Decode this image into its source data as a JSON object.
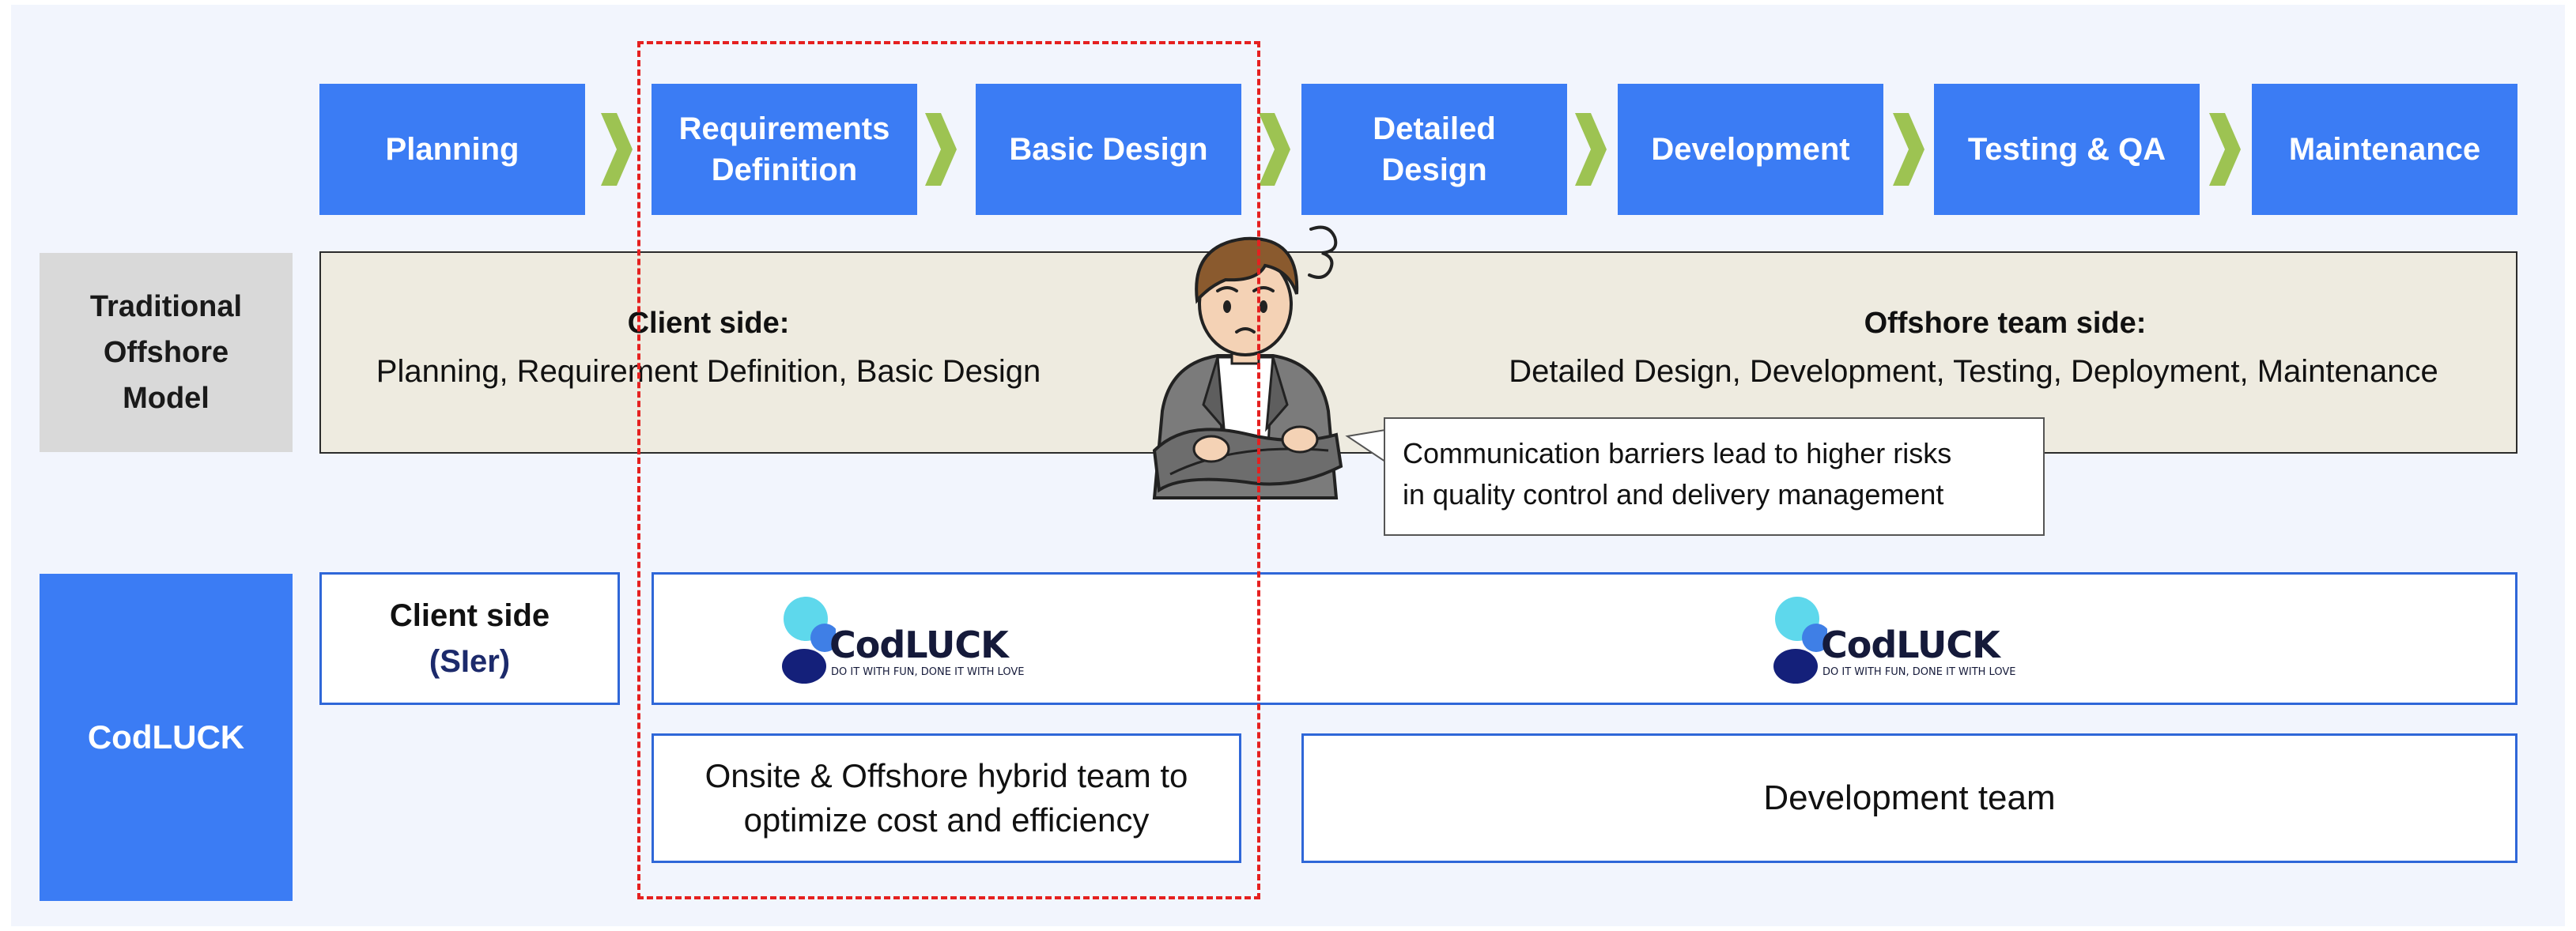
{
  "phases": [
    "Planning",
    "Requirements\nDefinition",
    "Basic Design",
    "Detailed\nDesign",
    "Development",
    "Testing & QA",
    "Maintenance"
  ],
  "traditional": {
    "label": "Traditional\nOffshore\nModel",
    "client_heading": "Client side:",
    "client_text": "Planning, Requirement Definition, Basic Design",
    "offshore_heading": "Offshore team side:",
    "offshore_text": "Detailed Design, Development, Testing, Deployment, Maintenance",
    "callout": "Communication barriers lead to higher risks\nin quality control and delivery management"
  },
  "codluck": {
    "label": "CodLUCK",
    "client_label": "Client side",
    "client_sub": "(SIer)",
    "logo_word": "CodLUCK",
    "logo_tagline": "DO IT WITH FUN, DONE IT WITH LOVE",
    "hybrid_text": "Onsite & Offshore hybrid team to\noptimize cost and efficiency",
    "dev_text": "Development team"
  },
  "colors": {
    "phase_blue": "#3b7cf4",
    "chevron_green": "#9dc352",
    "band_beige": "#eeebe0",
    "highlight_red": "#e52020",
    "logo_cyan": "#5ed8ec",
    "logo_blue": "#3f7fe6",
    "logo_navy": "#14207a"
  }
}
